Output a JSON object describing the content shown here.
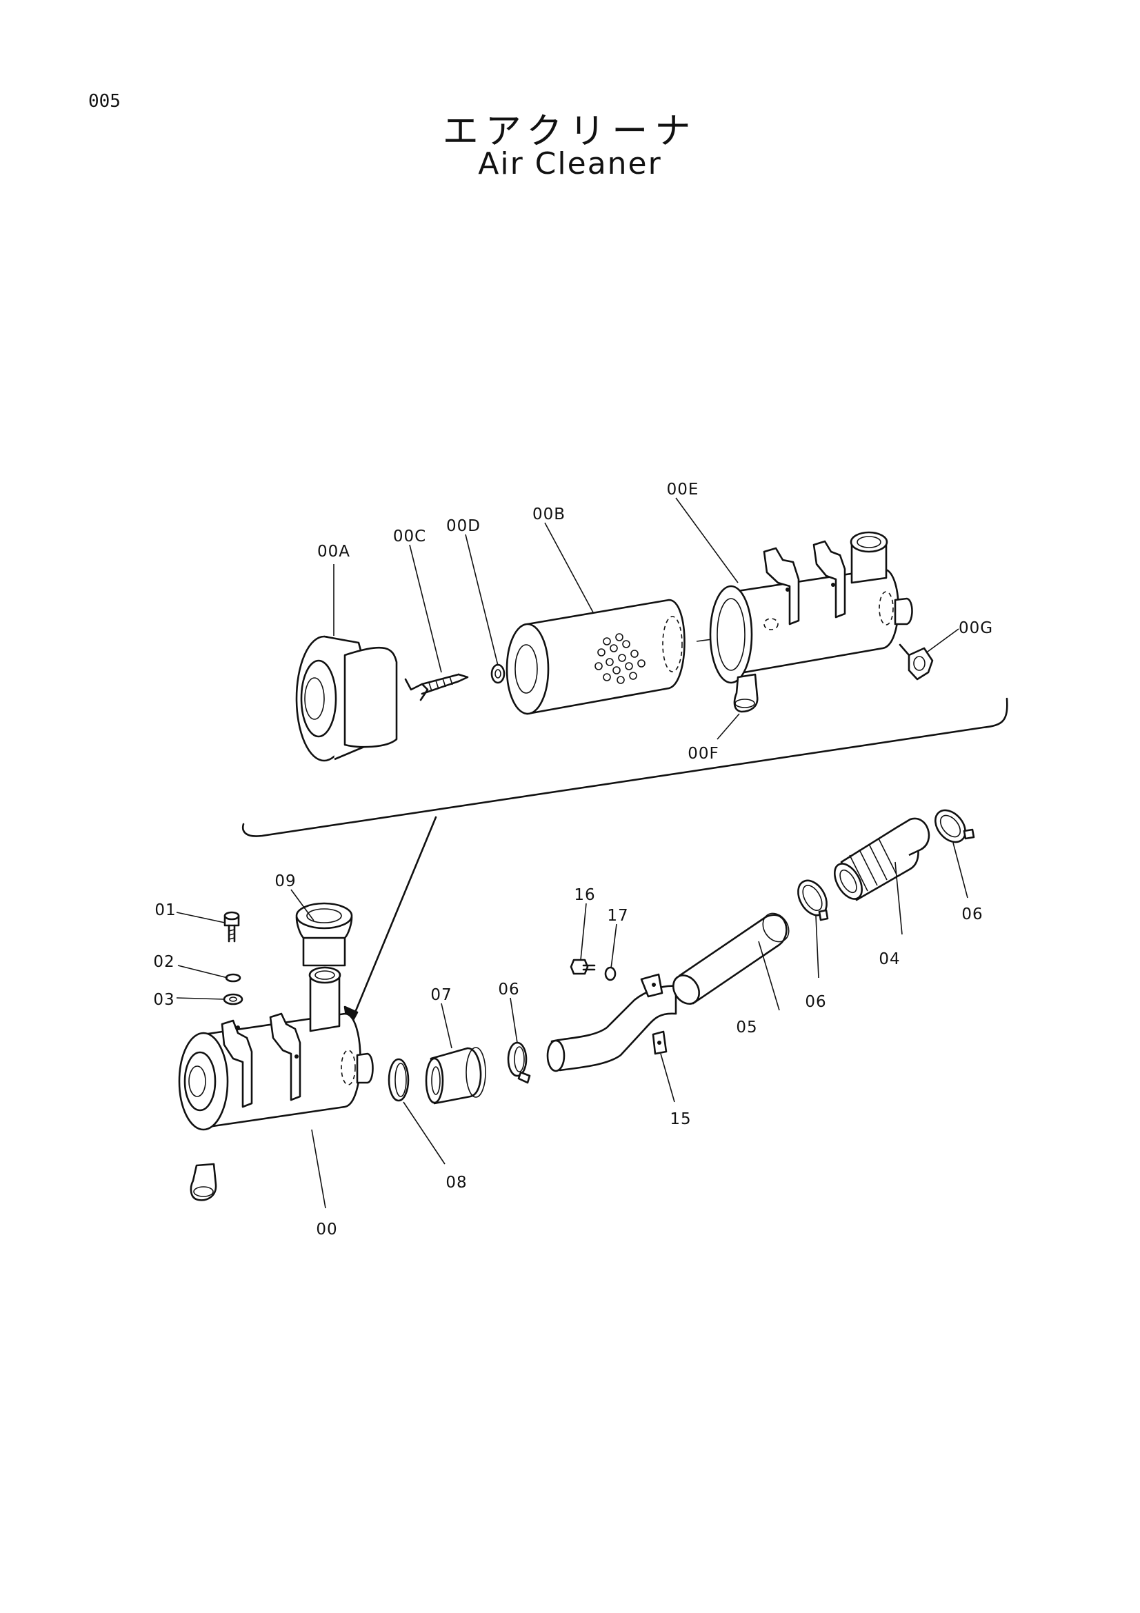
{
  "page_number": "005",
  "title_jp": "エアクリーナ",
  "title_en": "Air Cleaner",
  "labels": {
    "p00A": "00A",
    "p00C": "00C",
    "p00D": "00D",
    "p00B": "00B",
    "p00E": "00E",
    "p00G": "00G",
    "p00F": "00F",
    "p09": "09",
    "p01": "01",
    "p02": "02",
    "p03": "03",
    "p16": "16",
    "p17": "17",
    "p07": "07",
    "p06a": "06",
    "p05": "05",
    "p06b": "06",
    "p04": "04",
    "p06c": "06",
    "p15": "15",
    "p08": "08",
    "p00": "00"
  }
}
